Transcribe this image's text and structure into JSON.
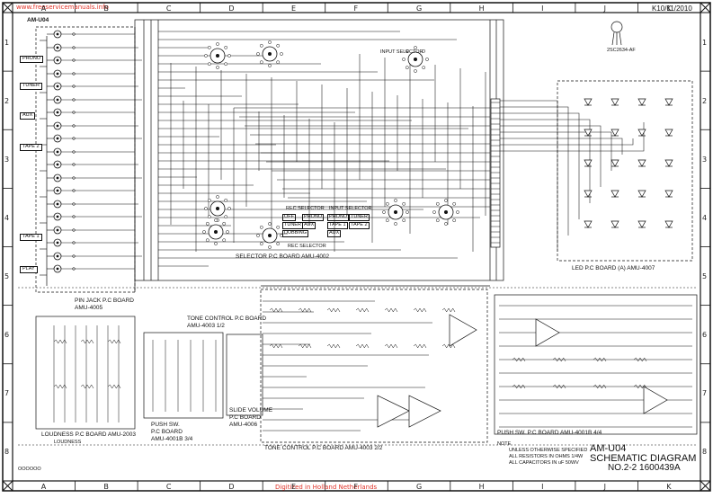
{
  "header": {
    "watermark_top": "www.freeservicemanuals.info",
    "date_stamp": "K10/11/2010",
    "model": "AM-U04",
    "transistor_label": "2SC2634-AF"
  },
  "grid": {
    "columns": [
      "A",
      "B",
      "C",
      "D",
      "E",
      "F",
      "G",
      "H",
      "I",
      "J",
      "K"
    ],
    "rows": [
      "1",
      "2",
      "3",
      "4",
      "5",
      "6",
      "7",
      "8"
    ]
  },
  "inputs": {
    "labels": [
      "PHONO",
      "TUNER",
      "AUX",
      "TAPE 2",
      "TAPE 1",
      "PLAY"
    ]
  },
  "boards": {
    "selector": "SELECTOR P.C BOARD  AMU-4002",
    "pin_jack_1": "PIN JACK P.C BOARD",
    "pin_jack_2": "AMU-4005",
    "led": "LED P.C BOARD (A)  AMU-4007",
    "tone_1_line1": "TONE CONTROL P.C BOARD",
    "tone_1_line2": "AMU-4003 1/2",
    "tone_2": "TONE CONTROL P.C BOARD  AMU-4003 2/2",
    "loudness": "LOUDNESS P.C BOARD AMU-2003",
    "push_sw_1": "PUSH SW.",
    "push_sw_2": "P.C BOARD",
    "push_sw_3": "AMU-4001B 3/4",
    "slide_1": "SLIDE VOLUME",
    "slide_2": "P.C BOARD",
    "slide_3": "AMU-4006",
    "push_sw_b": "PUSH SW. P.C BOARD  AMU-4001B 4/4",
    "input_selector": "INPUT SELECTOR",
    "rec_selector": "REC SELECTOR"
  },
  "legend": {
    "rec_selector_title": "REC SELECTOR",
    "input_selector_title": "INPUT SELECTOR",
    "rec_items": [
      "OFF",
      "PHONO",
      "TUNER",
      "AUX",
      "DUBBING"
    ],
    "input_items": [
      "PHONO",
      "TUNER",
      "TAPE 1",
      "TAPE 2",
      "AUX"
    ]
  },
  "title_block": {
    "model": "AM-U04",
    "title": "SCHEMATIC DIAGRAM",
    "number": "NO.2-2  1600439A",
    "note": "NOTE",
    "note_line_1": "UNLESS OTHERWISE SPECIFIED",
    "note_line_2": "ALL RESISTORS IN OHMS 1/4W",
    "note_line_3": "ALL CAPACITORS IN uF 50WV"
  },
  "footer": {
    "watermark": "Digitized in Holland Netherlands"
  },
  "misc": {
    "loudness_label": "LOUDNESS",
    "bottom_code": "OOOOOO"
  }
}
